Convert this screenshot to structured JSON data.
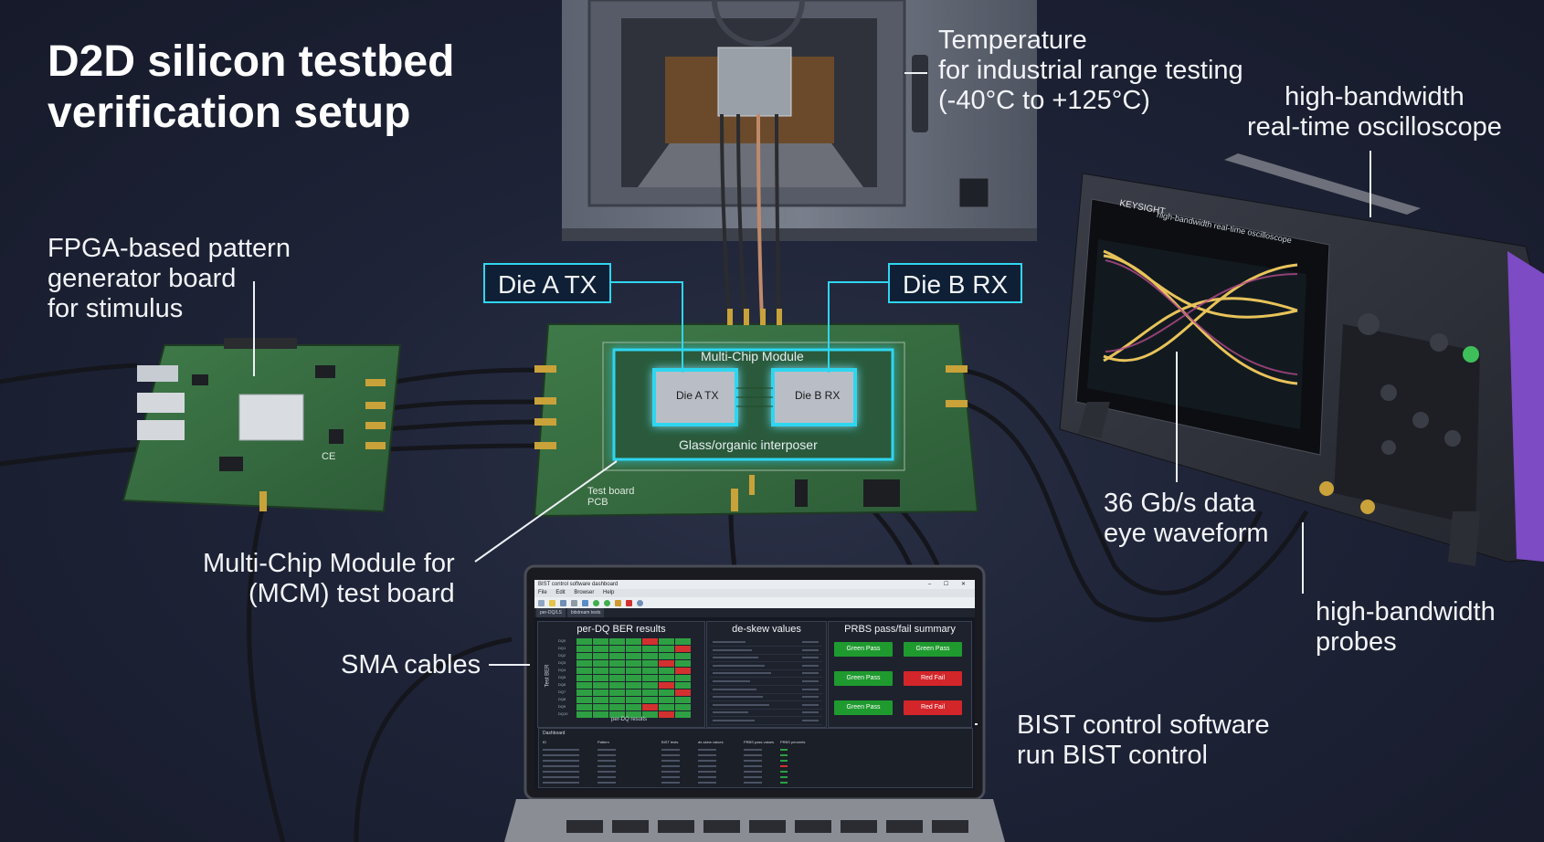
{
  "title_lines": [
    "D2D silicon testbed",
    "verification setup"
  ],
  "callouts": {
    "temperature": [
      "Temperature",
      "for industrial range testing",
      "(-40°C to +125°C)"
    ],
    "oscilloscope": [
      "high-bandwidth",
      "real-time oscilloscope"
    ],
    "fpga": [
      "FPGA-based pattern",
      "generator board",
      "for stimulus"
    ],
    "die_a": "Die A TX",
    "die_b": "Die B RX",
    "eye": [
      "36 Gb/s data",
      "eye waveform"
    ],
    "probes": [
      "high-bandwidth",
      "probes"
    ],
    "mcm_board": [
      "Multi-Chip Module for",
      "(MCM) test board"
    ],
    "sma": "SMA cables",
    "bist": [
      "BIST control software",
      "run    BIST control"
    ]
  },
  "board": {
    "module_label": "Multi-Chip Module",
    "interposer_label": "Glass/organic interposer",
    "chip_a": "Die A TX",
    "chip_b": "Die B RX",
    "pcb_label": [
      "Test board",
      "PCB"
    ],
    "fpga_mark": "CE"
  },
  "scope": {
    "brand": "KEYSIGHT",
    "screen_title": "high-bandwidth real-time oscilloscope"
  },
  "software": {
    "window_title": "BIST control software dashboard",
    "menu": [
      "File",
      "Edit",
      "Browser",
      "Help"
    ],
    "tabs": [
      "per-DQ/LS",
      "bitstream tests"
    ],
    "ber_title": "per-DQ BER results",
    "deskew_title": "de-skew values",
    "prbs_title": "PRBS pass/fail summary",
    "ber_rows": [
      "DQ0",
      "DQ1",
      "DQ2",
      "DQ3",
      "DQ4",
      "DQ5",
      "DQ6",
      "DQ7",
      "DQ8",
      "DQ9",
      "DQ10"
    ],
    "ber_grid": [
      [
        "P",
        "P",
        "P",
        "P",
        "F",
        "P",
        "P"
      ],
      [
        "P",
        "P",
        "P",
        "P",
        "P",
        "P",
        "F"
      ],
      [
        "P",
        "P",
        "P",
        "P",
        "P",
        "P",
        "P"
      ],
      [
        "P",
        "P",
        "P",
        "P",
        "P",
        "F",
        "P"
      ],
      [
        "P",
        "P",
        "P",
        "P",
        "P",
        "P",
        "F"
      ],
      [
        "P",
        "P",
        "P",
        "P",
        "P",
        "P",
        "P"
      ],
      [
        "P",
        "P",
        "P",
        "P",
        "P",
        "F",
        "P"
      ],
      [
        "P",
        "P",
        "P",
        "P",
        "P",
        "P",
        "F"
      ],
      [
        "P",
        "P",
        "P",
        "P",
        "P",
        "P",
        "P"
      ],
      [
        "P",
        "P",
        "P",
        "P",
        "F",
        "P",
        "P"
      ],
      [
        "P",
        "P",
        "P",
        "P",
        "P",
        "F",
        "P"
      ]
    ],
    "ber_xlabel": "per-DQ results",
    "ber_ylabel": "Test BER",
    "prbs": [
      {
        "label": "Green Pass",
        "status": "pass"
      },
      {
        "label": "Green Pass",
        "status": "pass"
      },
      {
        "label": "Green Pass",
        "status": "pass"
      },
      {
        "label": "Red Fail",
        "status": "fail"
      },
      {
        "label": "Green Pass",
        "status": "pass"
      },
      {
        "label": "Red Fail",
        "status": "fail"
      }
    ],
    "lower_title": "Dashboard",
    "lower_cols": [
      "ID",
      "Pattern",
      "BIST tests",
      "de-skew values",
      "PRBS pass values",
      "PRBS percents"
    ]
  },
  "colors": {
    "accent": "#2fd6f0",
    "pass": "#2ea043",
    "fail": "#d2312f",
    "scope_accent": "#8a4fd0"
  }
}
